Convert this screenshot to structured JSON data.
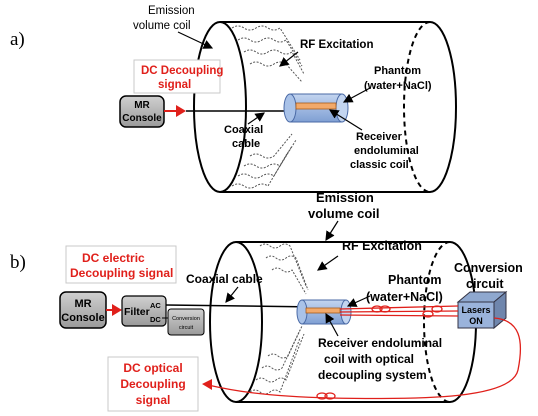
{
  "panel_a": {
    "label": "a)",
    "emission_coil": [
      "Emission",
      "volume coil"
    ],
    "decoupling": [
      "DC Decoupling",
      "signal"
    ],
    "console": [
      "MR",
      "Console"
    ],
    "rf": "RF Excitation",
    "phantom": [
      "Phantom",
      "(water+NaCl)"
    ],
    "coax": [
      "Coaxial",
      "cable"
    ],
    "receiver": [
      "Receiver",
      "endoluminal",
      "classic coil"
    ]
  },
  "panel_b": {
    "label": "b)",
    "emission_coil": [
      "Emission",
      "volume coil"
    ],
    "electric_decoupling": [
      "DC electric",
      "Decoupling signal"
    ],
    "console": [
      "MR",
      "Console"
    ],
    "filter": "Filter",
    "ac": "AC",
    "dc": "DC",
    "conversion_small": [
      "Conversion",
      "circuit"
    ],
    "coax": "Coaxial cable",
    "rf": "RF Excitation",
    "phantom": [
      "Phantom",
      "(water+NaCl)"
    ],
    "conversion_title": [
      "Conversion",
      "circuit"
    ],
    "lasers": [
      "Lasers",
      "ON"
    ],
    "receiver": [
      "Receiver endoluminal",
      "coil with optical",
      "decoupling system"
    ],
    "optical_decoupling": [
      "DC optical",
      "Decoupling",
      "signal"
    ]
  },
  "colors": {
    "red": "#e0201b",
    "box_gray": "#b2b2b2",
    "phantom_blue": "#8fb0de",
    "insert_orange": "#f2a96a"
  }
}
